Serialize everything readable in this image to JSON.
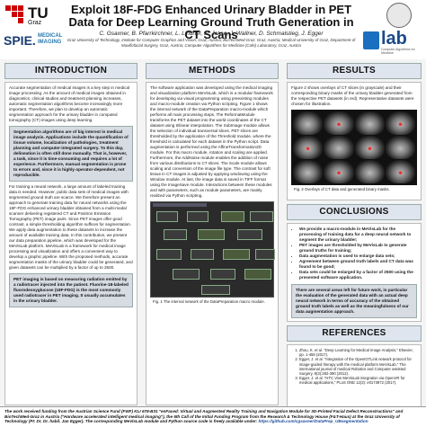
{
  "header": {
    "tu_logo_text": "TU",
    "tu_logo_sub": "Graz",
    "spie_text": "SPIE.",
    "spie_sub": "MEDICAL IMAGING",
    "title": "Exploit 18F-FDG Enhanced Urinary Bladder in PET Data for Deep Learning Ground Truth Generation in CT Scans",
    "authors": "C. Gsaxner, B. Pfarrkirchner, L. Lindner, N. Jakse, J. Wallner, D. Schmalstieg, J. Egger",
    "affiliation": "Graz University of Technology, Institute for Computer Graphics and Vision, Graz, Austria; BioTechMed-Graz, Graz, Austria; Medical University of Graz, Department of Maxillofacial Surgery, Graz, Austria; Computer Algorithms for Medicine (Cafe) Laboratory, Graz, Austria",
    "lab_text": "lab",
    "lab_sub": "Computer Algorithms for Medicine"
  },
  "intro": {
    "heading": "INTRODUCTION",
    "para1": "Accurate segmentation of medical images is a key step in medical image processing. As the amount of medical images obtained in diagnostics, clinical studies and treatment planning increases, automatic segmentation algorithms become increasingly more important. Therefore, we plan to develop an automatic segmentation approach for the urinary bladder in computed tomography (CT) images using deep learning.",
    "highlight1": "Segmentation algorithms are of big interest in medical image analysis. Applications include the quantification of tissue volume, localization of pathologies, treatment planning and computer-integrated surgery. To this day, delineation is often still done manually. That is, however, a task, since it is time-consuming and requires a lot of experience. Furthermore, manual segmentation is prone to errors and, since it is highly operator-dependent, not reproducible.",
    "para2": "For training a neural network, a large amount of labeled training data is needed. However, public data sets of medical images with segmented ground truth are scarce. We therefore present an approach to generate training data for neural networks using the 18F-FDG enhanced urinary bladder obtained from a multi-modal scanner delivering registered CT and Positron Emission Tomography (PET) image pairs. Since PET images offer good contrast, a simple thresholding algorithm suffices for segmentation. We apply data augmentation to these datasets to increase the amount of available training data. In this contribution, we present our data preparation pipeline, which was developed for the MeVisLab platform. MeVisLab is a framework for medical image processing and visualization and offers a convenient way to develop a graphic pipeline. With the proposed methods, accurate segmentation masks of the urinary bladder could be generated, and given datasets can be multiplied by a factor of up to 2500.",
    "highlight2": "PET imaging is based on measuring radiation emitted by a radiotracer injected into the patient. Fluorine-18-labeled fluorodeoxyglucose (18F-FDG) is the most commonly used radiotracer in PET imaging. It usually accumulates in the urinary bladder."
  },
  "methods": {
    "heading": "METHODS",
    "body": "The software application was developed using the medical imaging and visualization platform MeVisLab, which is a modular framework for developing via visual programming using preexisting modules and macro-module creation via Python scripting. Figure 1 shows the internal network of the DataPreparation macro-module which performs all main processing steps. The ReformatModule transforms the PET dataset into the world coordinates of the CT dataset using trilinear interpolation. The SubImage module allows the selection of individual transversal slices. PET slices are thresholded by the application of the Threshold module, where the threshold is calculated for each dataset in the Python script. Data augmentation is performed using the AffineTransformation2D module. For this macro module, rotation and scaling are applied. Furthermore, the AddNoise module enables the addition of noise from various distributions to CT slices. The Scale module allows scaling and conversion of the image file type. The contrast for soft tissue in CT images is adjusted by applying windowing using the Window module. At last, the image data is saved in TIFF format using the ImageSave module. Interactions between these modules and with parameters, such as module parameters, are mainly realized via Python scripting.",
    "fig_caption": "Fig. 1 The internal network of the DataPreparation macro module."
  },
  "results": {
    "heading": "RESULTS",
    "body": "Figure 2 shows overlays of CT slices (in grayscale) and their corresponding binary masks of the urinary bladder generated from the respective PET datasets (in red). Representative datasets were chosen for illustration.",
    "fig_caption": "Fig. 2 Overlays of CT data and generated binary masks."
  },
  "conclusions": {
    "heading": "CONCLUSIONS",
    "items": [
      "We provide a macro-module in MeVisLab for the processing of training data for a deep neural network to segment the urinary bladder;",
      "PET images are thresholded by MeVisLab to generate ground truths for training;",
      "Data augmentation is used to enlarge data sets;",
      "Agreement between ground truth labels and CT data was found to be good;",
      "Data sets could be enlarged by a factor of 2500 using the presented software application."
    ],
    "highlight": "There are several areas left for future work, in particular the evaluation of the generated data with an actual deep neural network in terms of accuracy of the obtained ground truth labels as well as the meaningfulness of our data augmentation approach."
  },
  "references": {
    "heading": "REFERENCES",
    "items": [
      "Zhou, K. et al. \"Deep Learning for Medical Image Analysis,\" Elsevier, pp. 1-458 (2017).",
      "Egger, J. et al. \"Integration of the OpenIGTLink network protocol for image-guided therapy with the medical platform MeVisLab,\" The international journal of medical Robotics and Computer assisted Surgery, 8(3):282-390 (2012).",
      "Egger, J. et al. \"HTC Vive MeVisLab integration via OpenVR for medical applications,\" PLoS ONE 12(3): e0173972 (2017)."
    ]
  },
  "footer": {
    "text": "The work received funding from the Austrian Science Fund (FWF) KLI 678-B31 \"enFaced: Virtual and Augmented Reality Training and Navigation Module for 3D-Printed Facial Defect Reconstructions\" and BioTechMed-Graz in Austria (\"Hardware accelerated intelligent medical imaging\"), the 6th Call of the Initial Funding Program from the Research & Technology House (F&T-Haus) at the Graz University of Technology (PI: Dr. Dr. habil. Jan Egger). The corresponding MeVisLab module and Python source code is freely available under:",
    "link": "https://github.com/cgsaxner/DataPrep_UBsegmentation"
  }
}
